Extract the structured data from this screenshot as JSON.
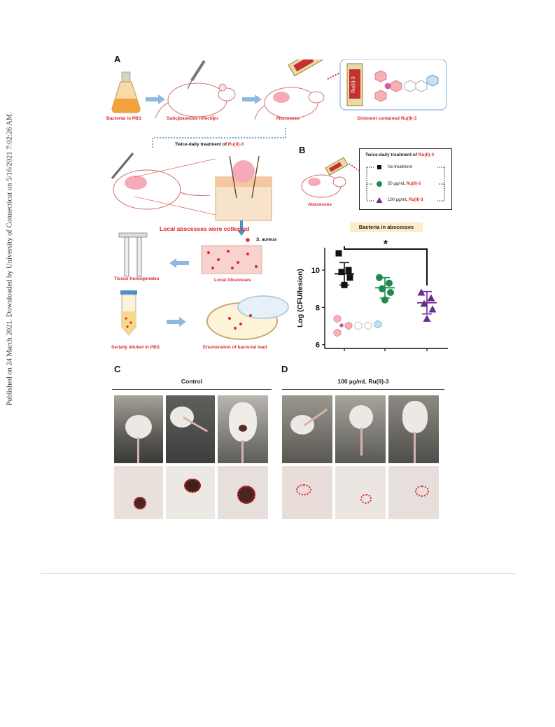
{
  "sidebar_note": "Published on 24 March 2021. Downloaded by University of Connecticut on 5/16/2021 7:02:26 AM.",
  "panels": {
    "A": {
      "letter": "A",
      "bacterial_in_pbs": "Bacterial in PBS",
      "subcutaneous_infection": "Subcutaneous Infection",
      "abscesses": "Abscesses",
      "ointment": "Ointment contained Ru(II)-3",
      "tube_label": "Ru(II)-3",
      "twice_daily": "Twice-daily treatment of",
      "twice_daily_drug": "Ru(II)-3",
      "local_collected": "Local abscesses were collected",
      "s_aureus": "S. aureus",
      "tissue_homogenates": "Tissue homogenates",
      "local_abscesses": "Local Abscesses",
      "serially_diluted": "Serially diluted in PBS",
      "enumeration": "Enumeration of bacterial load"
    },
    "B": {
      "letter": "B",
      "abscesses": "Abscesses",
      "legend_title": "Twice-daily treatment of",
      "legend_title_drug": "Ru(II)-3",
      "legend": [
        {
          "text": "No treatment",
          "drug": "",
          "color": "#111111",
          "shape": "square"
        },
        {
          "text": "50 µg/mL",
          "drug": "Ru(II)-3",
          "color": "#1f8a4c",
          "shape": "circle"
        },
        {
          "text": "100 µg/mL",
          "drug": "Ru(II)-3",
          "color": "#6a2c91",
          "shape": "triangle"
        }
      ],
      "chart_title": "Bacteria in abscesses",
      "significance": "*"
    },
    "C": {
      "letter": "C",
      "title": "Control"
    },
    "D": {
      "letter": "D",
      "title": "100 µg/mL Ru(II)-3"
    }
  },
  "chart_data": {
    "type": "scatter",
    "title": "Bacteria in abscesses",
    "ylabel": "Log (CFU/lesion)",
    "xlabel": "",
    "ylim": [
      5.8,
      11.2
    ],
    "yticks": [
      6,
      8,
      10
    ],
    "categories": [
      "No treatment",
      "50 µg/mL Ru(II)-3",
      "100 µg/mL Ru(II)-3"
    ],
    "series": [
      {
        "name": "No treatment",
        "color": "#111111",
        "marker": "square",
        "values": [
          10.9,
          10.0,
          9.9,
          9.6,
          9.2
        ],
        "mean": 9.8,
        "sd": 0.6
      },
      {
        "name": "50 µg/mL Ru(II)-3",
        "color": "#1f8a4c",
        "marker": "circle",
        "values": [
          9.6,
          9.3,
          9.0,
          8.8,
          8.4
        ],
        "mean": 9.05,
        "sd": 0.55
      },
      {
        "name": "100 µg/mL Ru(II)-3",
        "color": "#6a2c91",
        "marker": "triangle",
        "values": [
          8.8,
          8.5,
          8.2,
          7.9,
          7.4
        ],
        "mean": 8.25,
        "sd": 0.6
      }
    ],
    "significance": {
      "between": [
        0,
        2
      ],
      "label": "*"
    }
  }
}
